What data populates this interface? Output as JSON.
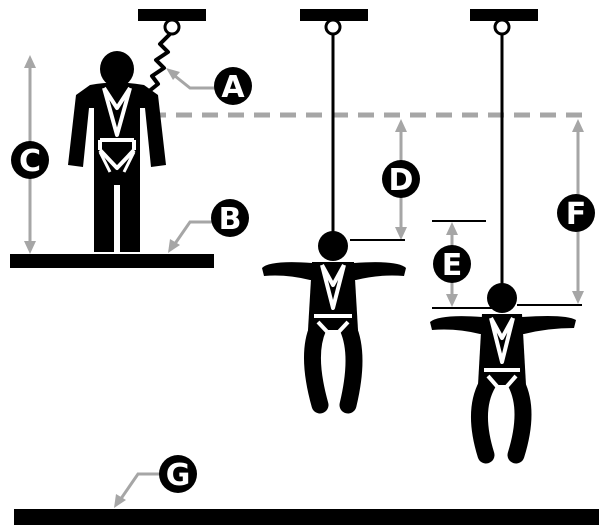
{
  "labels": {
    "a": "A",
    "b": "B",
    "c": "C",
    "d": "D",
    "e": "E",
    "f": "F",
    "g": "G"
  },
  "colors": {
    "ink": "#000000",
    "callout": "#a6a6a6",
    "label_text": "#ffffff",
    "background": "#ffffff"
  }
}
